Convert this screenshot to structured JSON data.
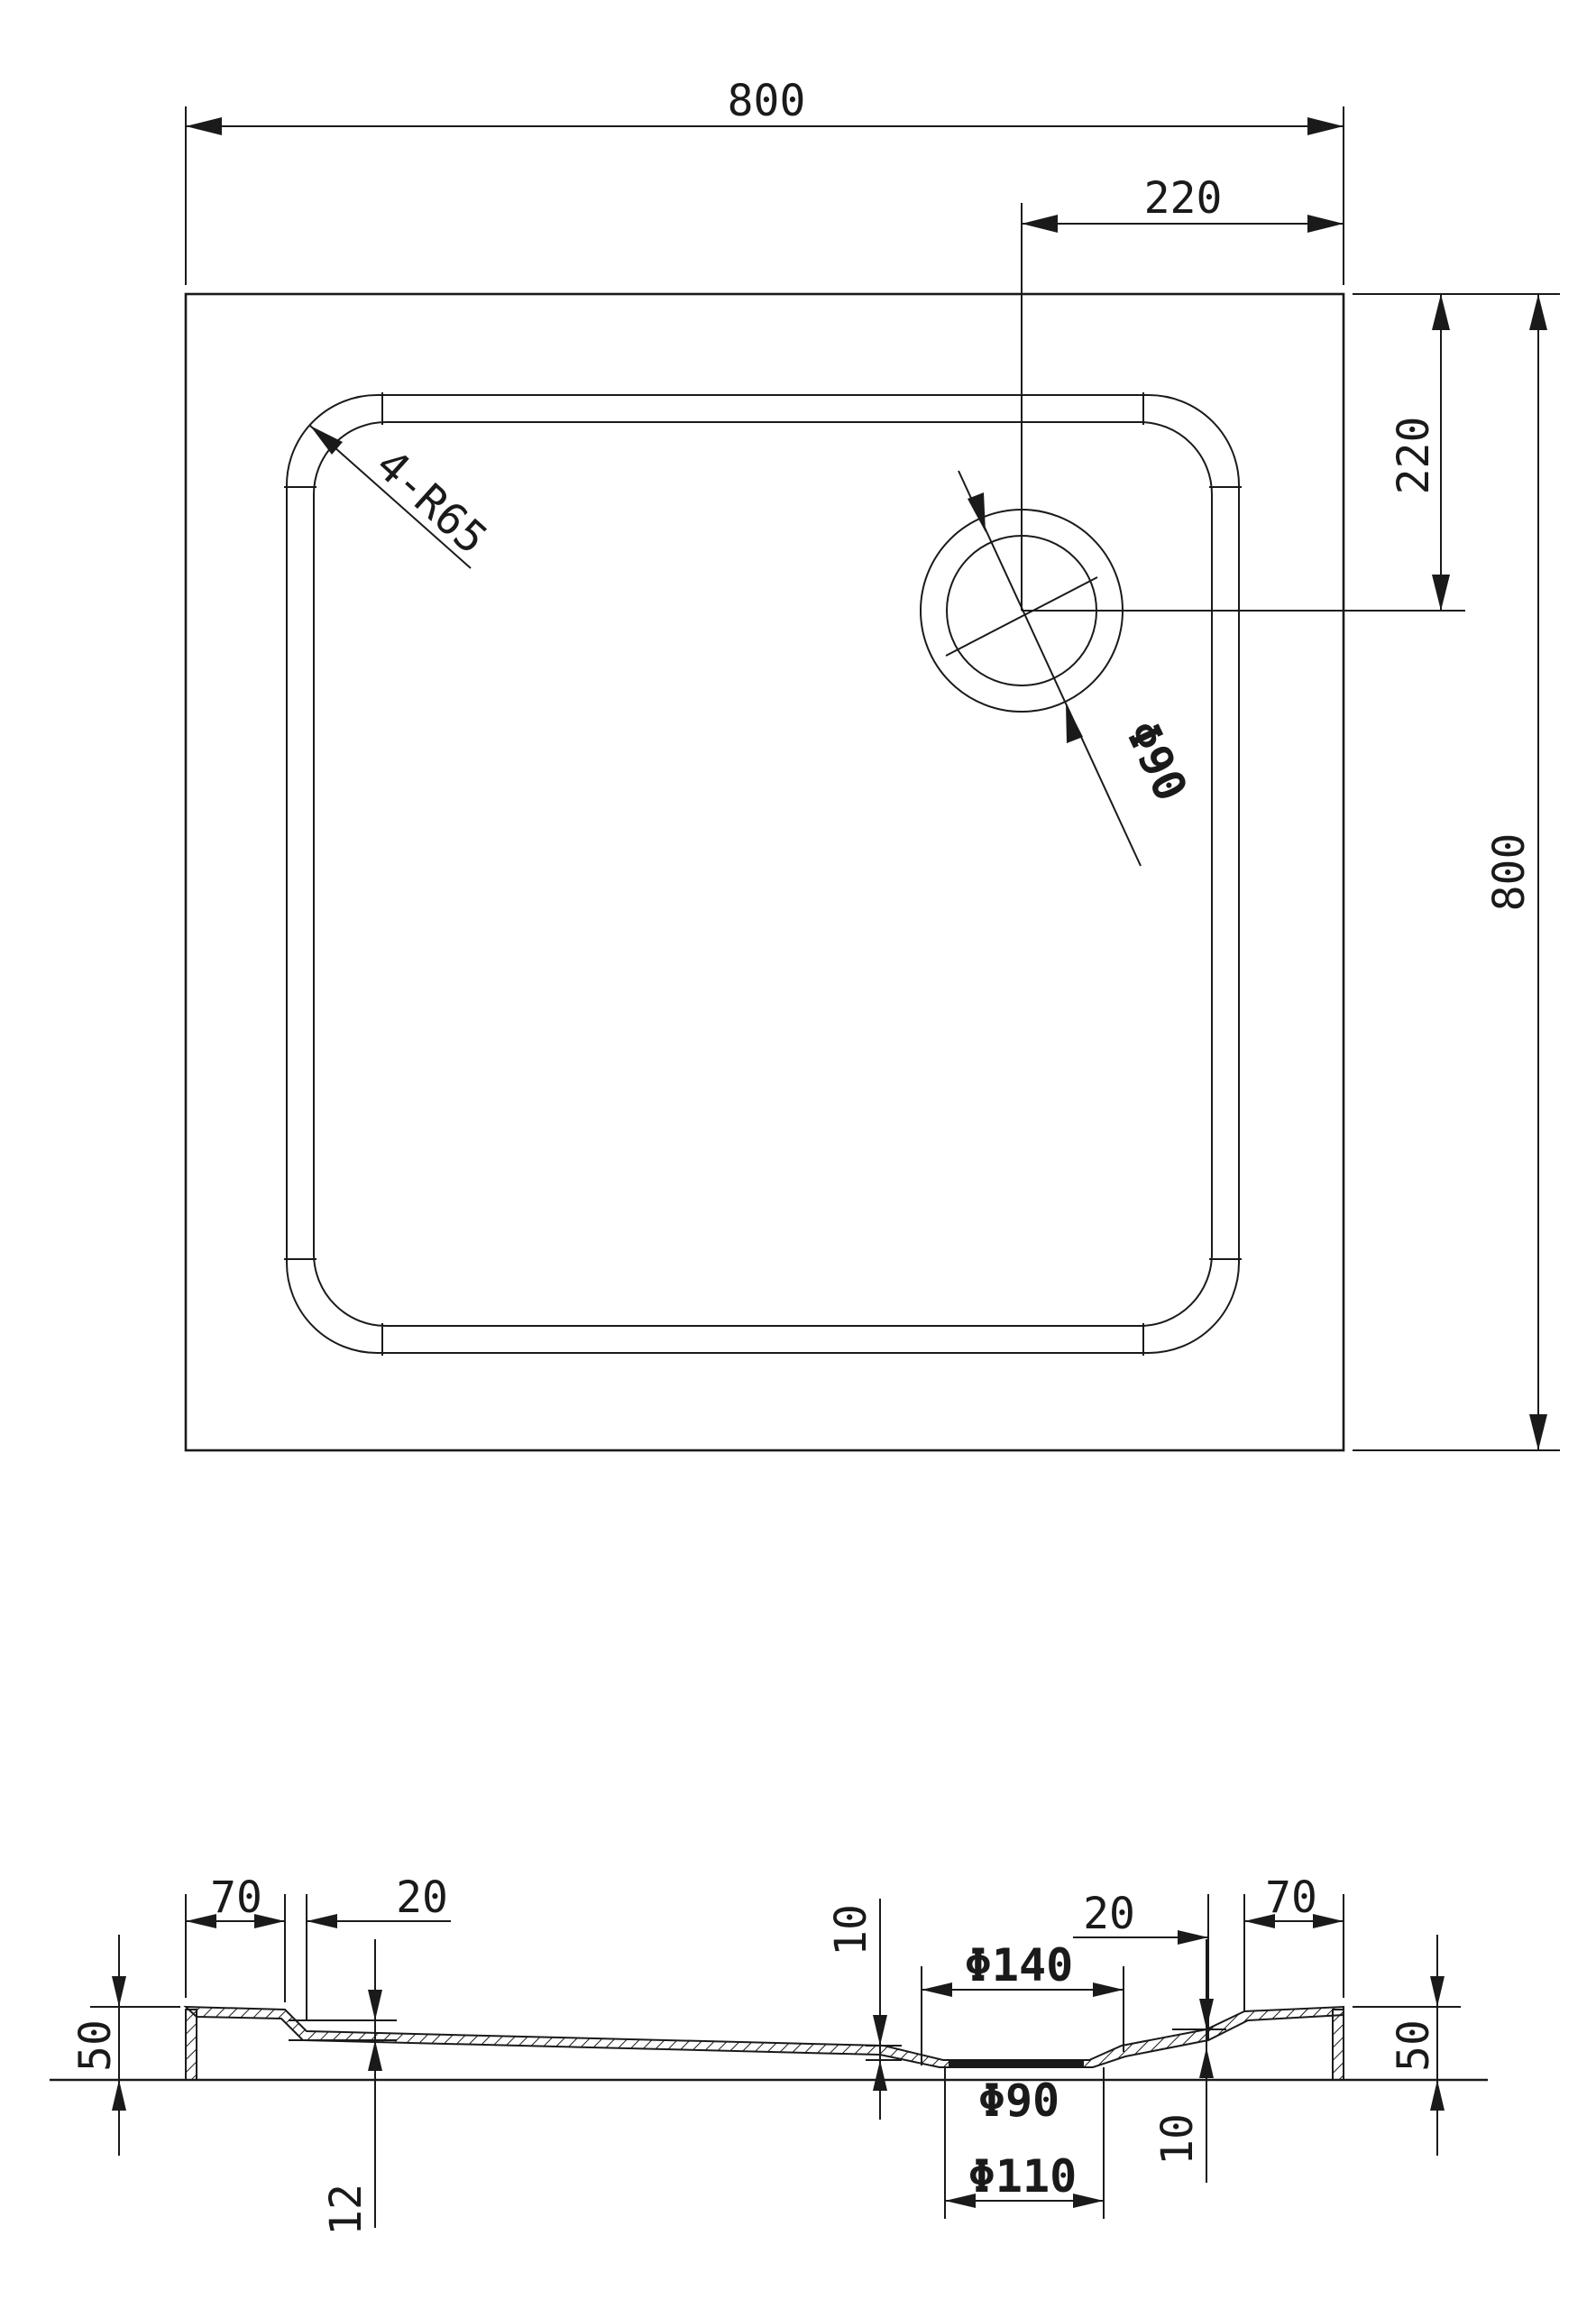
{
  "plan_view": {
    "width_label": "800",
    "height_label": "800",
    "drain_offset_x_label": "220",
    "drain_offset_y_label": "220",
    "corner_radius_label": "4-R65",
    "drain_diameter_label": "Φ90"
  },
  "section_view": {
    "left_rim_label": "70",
    "left_step_label": "20",
    "right_step_label": "20",
    "right_rim_label": "70",
    "left_height_label": "50",
    "right_height_label": "50",
    "floor_thickness_label": "12",
    "drain_depth_top_label": "10",
    "drain_depth_bottom_label": "10",
    "drain_outer_diameter_label": "Φ140",
    "drain_inner_diameter_label": "Φ90",
    "drain_pipe_diameter_label": "Φ110"
  },
  "colors": {
    "line": "#1a1a1a",
    "background": "#ffffff"
  }
}
